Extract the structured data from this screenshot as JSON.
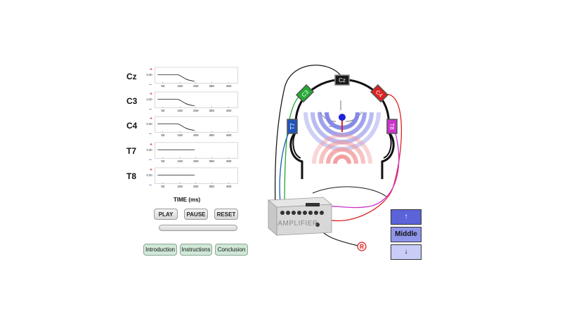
{
  "channels": [
    {
      "name": "Cz",
      "flat": false
    },
    {
      "name": "C3",
      "flat": false
    },
    {
      "name": "C4",
      "flat": false
    },
    {
      "name": "T7",
      "flat": true
    },
    {
      "name": "T8",
      "flat": true
    }
  ],
  "axis": {
    "plus": "+",
    "minus": "–",
    "zero": "0.00",
    "ticks": [
      "50",
      "150",
      "250",
      "350",
      "450"
    ],
    "xlabel": "TIME (ms)"
  },
  "controls": {
    "play": "PLAY",
    "pause": "PAUSE",
    "reset": "RESET"
  },
  "nav": {
    "introduction": "Introduction",
    "instructions": "Instructions",
    "conclusion": "Conclusion"
  },
  "electrodes": {
    "cz": "Cz",
    "c3": "C3",
    "c4": "C4",
    "t7": "T7",
    "t8": "T8"
  },
  "amplifier": {
    "label": "AMPLIFIER"
  },
  "reference": {
    "label": "R"
  },
  "source_buttons": {
    "up": "↑",
    "middle": "Middle",
    "down": "↓"
  },
  "colors": {
    "cz": "#1a1a1a",
    "c3": "#22aa33",
    "c4": "#dd2222",
    "t7": "#2255bb",
    "t8": "#cc33cc",
    "blue_wave": "#7f84e6",
    "red_wave": "#f29a9a",
    "dipole": "#1e22d8"
  }
}
